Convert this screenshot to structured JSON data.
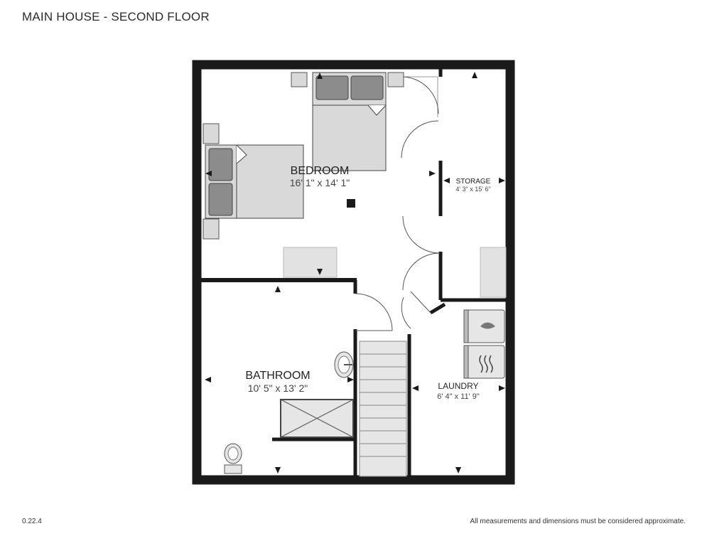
{
  "header": {
    "title": "MAIN HOUSE - SECOND FLOOR"
  },
  "rooms": [
    {
      "id": "bedroom",
      "name": "BEDROOM",
      "dims": "16' 1\" x 14' 1\""
    },
    {
      "id": "storage",
      "name": "STORAGE",
      "dims": "4' 3\" x 15' 6\""
    },
    {
      "id": "bathroom",
      "name": "BATHROOM",
      "dims": "10' 5\" x 13' 2\""
    },
    {
      "id": "laundry",
      "name": "LAUNDRY",
      "dims": "6' 4\" x 11' 9\""
    }
  ],
  "footer": {
    "version": "0.22.4",
    "disclaimer": "All measurements and dimensions must be considered approximate."
  },
  "colors": {
    "wall": "#1a1a1a",
    "fixture_fill": "#d9d9d9",
    "pillow_fill": "#8c8c8c",
    "floor": "#ffffff"
  }
}
